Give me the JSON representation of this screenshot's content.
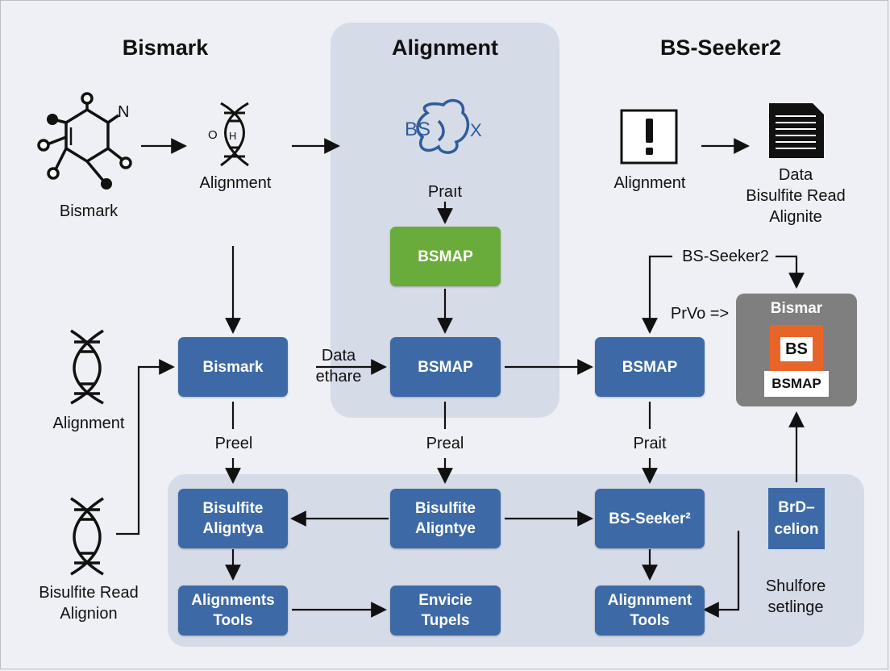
{
  "headers": {
    "left": "Bismark",
    "center": "Alignment",
    "right": "BS-Seeker2"
  },
  "icons": {
    "molecule": "molecule-icon",
    "dna": "dna-icon",
    "bs_logo": "bs-logo-icon",
    "exclamation": "exclamation-icon",
    "document": "document-icon"
  },
  "logo": {
    "left": "BS",
    "right": "X"
  },
  "labels": {
    "bismark_molecule": "Bismark",
    "molecule_n": "N",
    "dna_top": "Alignment",
    "prait_top": "Praıt",
    "alignment_right": "Alignment",
    "data_right": "Data\nBisulfite Read\nAlignite",
    "bs_seeker2_mid": "BS-Seeker2",
    "prvo": "PrVo =>",
    "dna_mid": "Alignment",
    "dna_bottom": "Bisulfite Read\nAlignion",
    "data_ethare": "Data\nethare",
    "preel": "Preel",
    "preal": "Preal",
    "prait_right": "Prait",
    "shulfore": "Shulfore\nsetlinge"
  },
  "boxes": {
    "bsmap_green": "BSMAP",
    "bismark": "Bismark",
    "bsmap_center": "BSMAP",
    "bsmap_right": "BSMAP",
    "bisulfite_left": "Bisulfite\nAligntya",
    "bisulfite_center": "Bisulfite\nAligntye",
    "bs_seeker": "BS-Seeker²",
    "alignments_tools": "Alignments\nTools",
    "envicie_tupels": "Envicie\nTupels",
    "alignment_tools": "Alignnment\nTools",
    "brd_celion": "BrD–\ncelion"
  },
  "bsmar_card": {
    "title": "Bismar",
    "doc_label": "BS",
    "bottom_label": "BSMAP"
  },
  "colors": {
    "box_blue": "#3d6aa6",
    "box_green": "#6aac3b",
    "panel": "#d6dbe8",
    "background": "#eef0f5",
    "doc_orange": "#e8652a",
    "card_gray": "#7f7f7f",
    "logo_blue": "#2f5d9a"
  }
}
